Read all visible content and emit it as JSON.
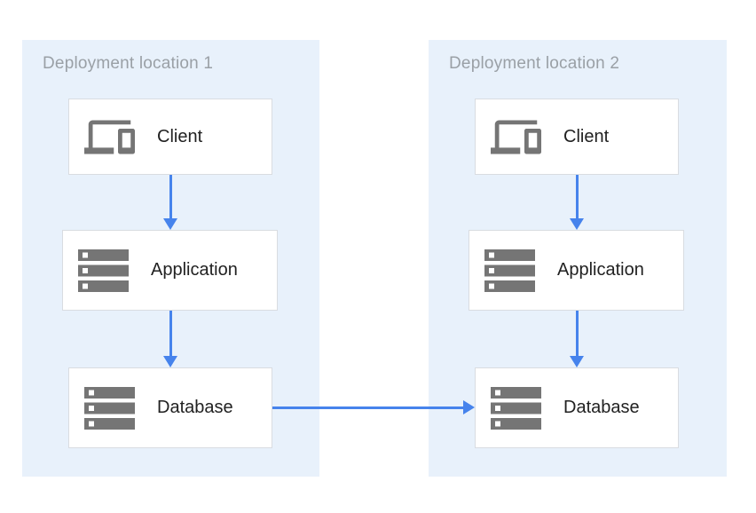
{
  "diagram": {
    "groups": [
      {
        "title": "Deployment location 1",
        "nodes": [
          {
            "label": "Client",
            "icon": "devices-icon"
          },
          {
            "label": "Application",
            "icon": "server-stack-icon"
          },
          {
            "label": "Database",
            "icon": "server-stack-icon"
          }
        ]
      },
      {
        "title": "Deployment location 2",
        "nodes": [
          {
            "label": "Client",
            "icon": "devices-icon"
          },
          {
            "label": "Application",
            "icon": "server-stack-icon"
          },
          {
            "label": "Database",
            "icon": "server-stack-icon"
          }
        ]
      }
    ],
    "connections": [
      {
        "from": "client-1",
        "to": "application-1",
        "direction": "down"
      },
      {
        "from": "application-1",
        "to": "database-1",
        "direction": "down"
      },
      {
        "from": "client-2",
        "to": "application-2",
        "direction": "down"
      },
      {
        "from": "application-2",
        "to": "database-2",
        "direction": "down"
      },
      {
        "from": "database-1",
        "to": "database-2",
        "direction": "right"
      }
    ],
    "colors": {
      "group_background": "#e8f1fb",
      "node_background": "#ffffff",
      "node_border": "#d9dce1",
      "icon_gray": "#757575",
      "label_text": "#212121",
      "title_text": "#9aa0a6",
      "arrow_blue": "#4683ec"
    }
  }
}
